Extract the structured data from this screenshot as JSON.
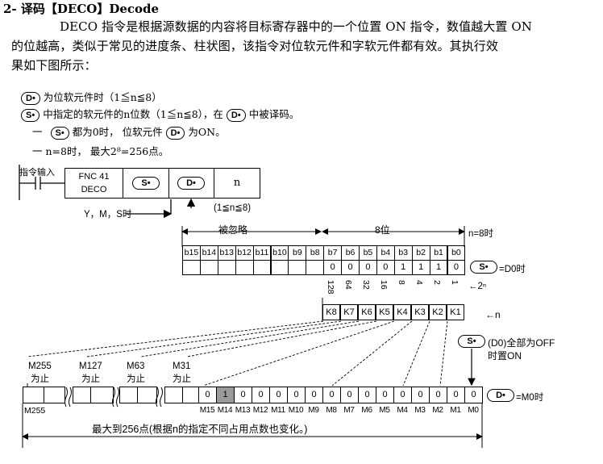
{
  "heading": "2- 译码【DECO】Decode",
  "intro": {
    "line1": "DECO 指令是根据源数据的内容将目标寄存器中的一个位置 ON 指令，数值越大置 ON",
    "line2": "的位越高，类似于常见的进度条、柱状图，该指令对位软元件和字软元件都有效。其执行效",
    "line3": "果如下图所示："
  },
  "conditions": {
    "c1_tail": "为位软元件时（1≦n≦8）",
    "c2_mid": "中指定的软元件的n位数（1≦n≦8），在",
    "c2_tail": "中被译码。",
    "c3_dash": "一",
    "c3_mid": "都为0时，  位软元件",
    "c3_tail": "为ON。",
    "c4": "一  n=8时，  最大2⁸=256点。"
  },
  "operands": {
    "s": "S•",
    "d": "D•"
  },
  "ladder": {
    "contact_label": "指令输入",
    "fnc": "FNC 41",
    "mnemonic": "DECO",
    "n": "n",
    "ymd_note": "Y，M，S时",
    "n_range": "(1≦n≦8)"
  },
  "bits": {
    "ignored_label": "被忽略",
    "eight_bit_label": "8位",
    "n8_label": "n=8时",
    "headers": [
      "b15",
      "b14",
      "b13",
      "b12",
      "b11",
      "b10",
      "b9",
      "b8",
      "b7",
      "b6",
      "b5",
      "b4",
      "b3",
      "b2",
      "b1",
      "b0"
    ],
    "values": [
      "",
      "",
      "",
      "",
      "",
      "",
      "",
      "",
      "0",
      "0",
      "0",
      "0",
      "1",
      "1",
      "1",
      "0"
    ],
    "d0_note": "=D0时",
    "weights": [
      "128",
      "64",
      "32",
      "16",
      "8",
      "4",
      "2",
      "1"
    ],
    "pow_note": "←2ⁿ"
  },
  "k_labels": [
    "K8",
    "K7",
    "K6",
    "K5",
    "K4",
    "K3",
    "K2",
    "K1"
  ],
  "k_arrow": "←n",
  "off_note": {
    "line1": "(D0)全部为OFF",
    "line2": "时置ON"
  },
  "ranges": [
    {
      "top": "M255",
      "bottom": "为止"
    },
    {
      "top": "M127",
      "bottom": "为止"
    },
    {
      "top": "M63",
      "bottom": "为止"
    },
    {
      "top": "M31",
      "bottom": "为止"
    }
  ],
  "out_row": {
    "values": [
      "0",
      "1",
      "0",
      "0",
      "0",
      "0",
      "0",
      "0",
      "0",
      "0",
      "0",
      "0",
      "0",
      "0",
      "0",
      "0"
    ],
    "highlight_index": 1,
    "left_label": "M255",
    "m_labels": [
      "M15",
      "M14",
      "M13",
      "M12",
      "M11",
      "M10",
      "M9",
      "M8",
      "M7",
      "M6",
      "M5",
      "M4",
      "M3",
      "M2",
      "M1",
      "M0"
    ],
    "d_note": "=M0时"
  },
  "footer_note": "最大到256点(根据n的指定不同占用点数也变化。)"
}
